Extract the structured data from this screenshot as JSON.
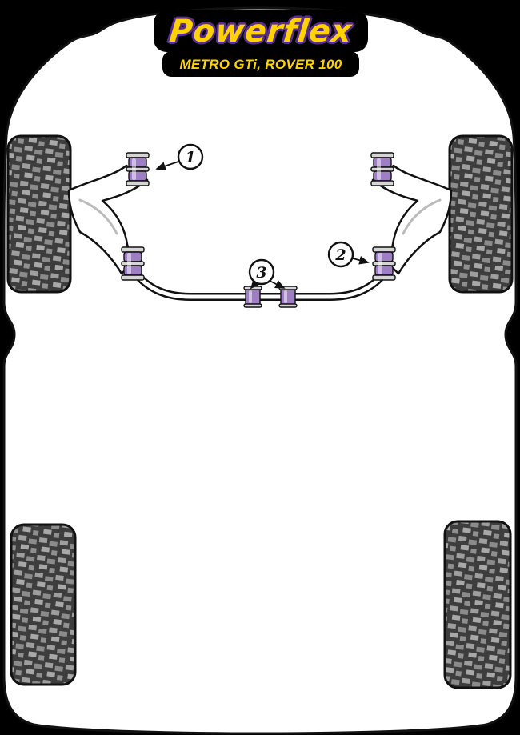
{
  "header": {
    "brand": "Powerflex",
    "model": "METRO GTi, ROVER 100"
  },
  "diagram": {
    "callouts": [
      {
        "number": "1",
        "target": "front-arm-front-bush"
      },
      {
        "number": "2",
        "target": "front-arm-rear-bush"
      },
      {
        "number": "3",
        "target": "anti-roll-bar-bushes"
      }
    ]
  },
  "colors": {
    "brand-yellow": "#FFD200",
    "brand-purple": "#5A2D8E",
    "bush-purple": "#9E7FC4",
    "bush-purple-dark": "#7A5CA8",
    "tire-dark": "#3D3D3D",
    "tread-light": "#9E9E9E",
    "body-white": "#FFFFFF",
    "outline-black": "#111111"
  }
}
